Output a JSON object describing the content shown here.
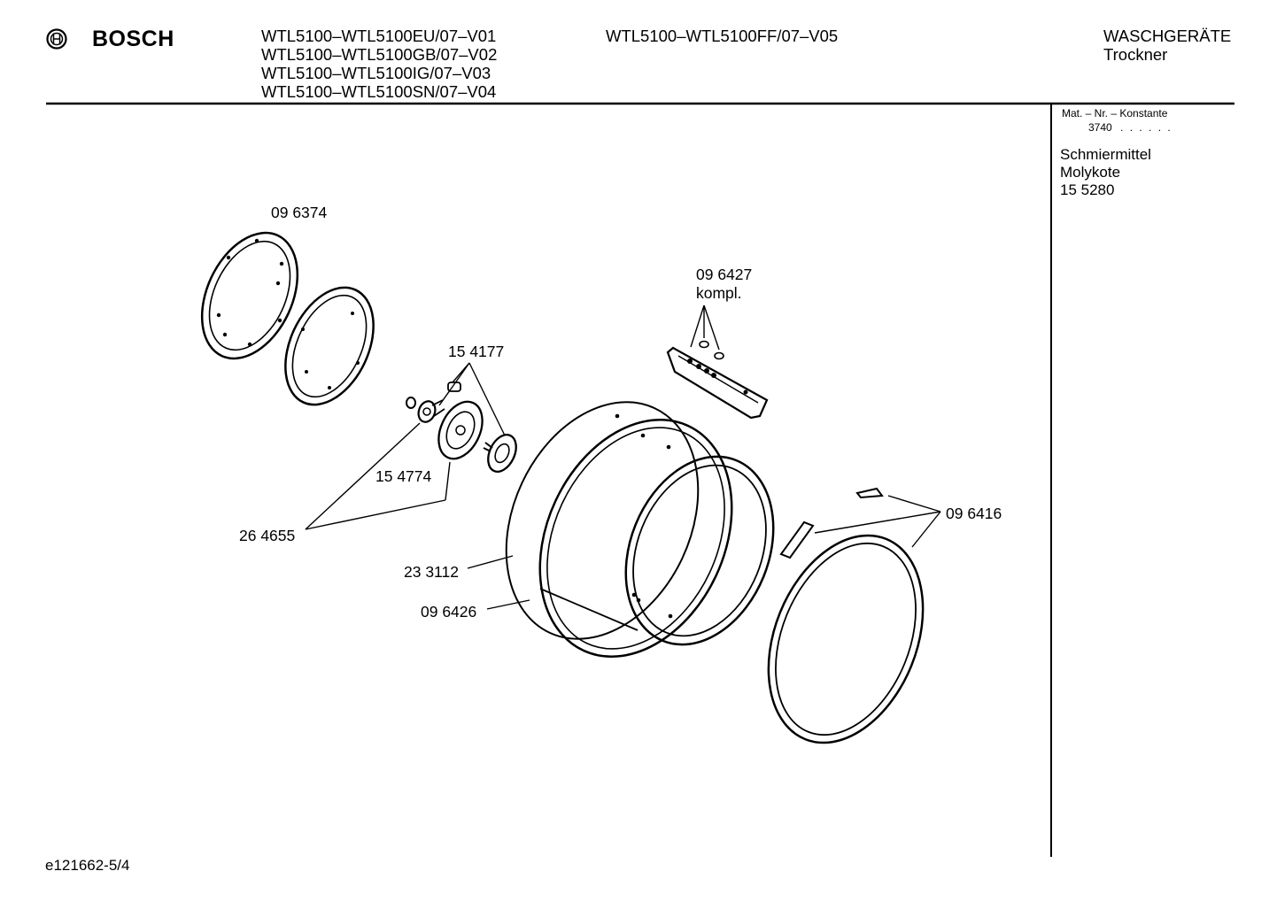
{
  "header": {
    "brand": "BOSCH",
    "models_left": [
      "WTL5100–WTL5100EU/07–V01",
      "WTL5100–WTL5100GB/07–V02",
      "WTL5100–WTL5100IG/07–V03",
      "WTL5100–WTL5100SN/07–V04"
    ],
    "models_right": [
      "WTL5100–WTL5100FF/07–V05"
    ],
    "category": "WASCHGERÄTE",
    "subcategory": "Trockner"
  },
  "sidebar": {
    "mat_label": "Mat. – Nr. – Konstante",
    "mat_value": "3740",
    "mat_dots": ". .  . . . .",
    "lube_lines": [
      "Schmiermittel",
      "Molykote",
      "15 5280"
    ]
  },
  "callouts": {
    "c_096374": "09 6374",
    "c_096427": "09 6427",
    "c_kompl": "kompl.",
    "c_154177": "15 4177",
    "c_154774": "15 4774",
    "c_264655": "26 4655",
    "c_233112": "23 3112",
    "c_096426": "09 6426",
    "c_096416": "09 6416"
  },
  "footer": {
    "code": "e121662-5/4"
  }
}
